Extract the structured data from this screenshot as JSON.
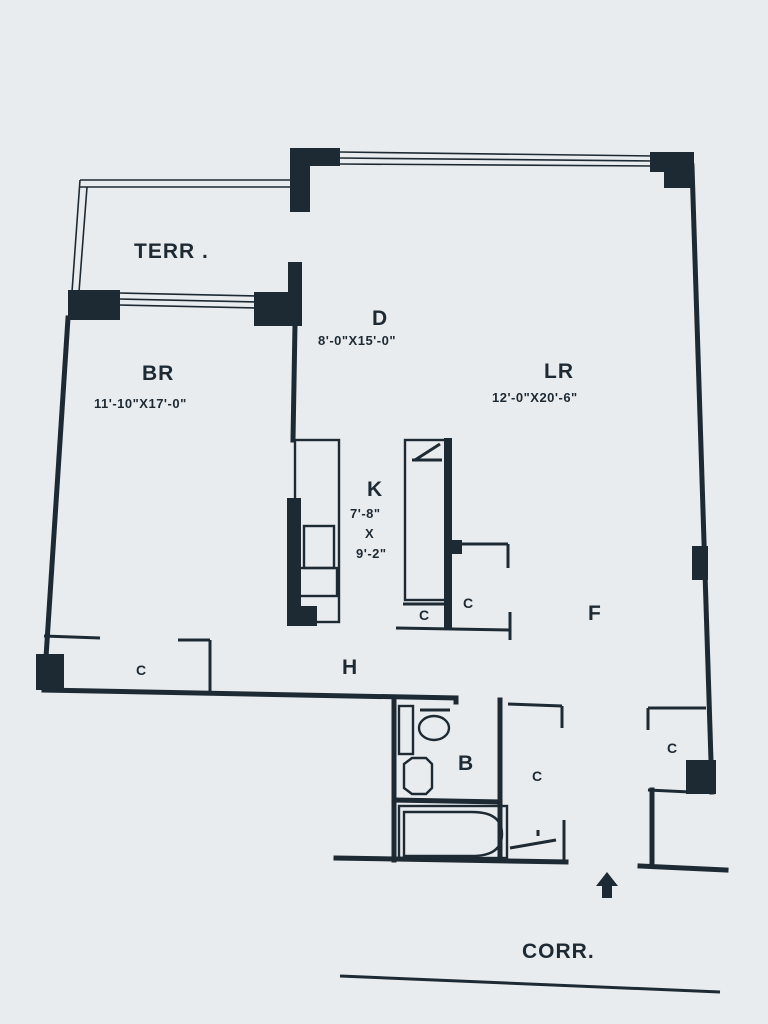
{
  "plan": {
    "rooms": {
      "terrace": {
        "name": "TERR ."
      },
      "bedroom": {
        "name": "BR",
        "dims": "11'-10\"X17'-0\""
      },
      "dining": {
        "name": "D",
        "dims": "8'-0\"X15'-0\""
      },
      "living": {
        "name": "LR",
        "dims": "12'-0\"X20'-6\""
      },
      "kitchen": {
        "name": "K",
        "dim_a": "7'-8\"",
        "dim_x": "X",
        "dim_b": "9'-2\""
      },
      "foyer": {
        "name": "F"
      },
      "hall": {
        "name": "H"
      },
      "bath": {
        "name": "B"
      },
      "corridor": {
        "name": "CORR."
      }
    },
    "closet_label": "C",
    "entry_icon": "entry-arrow-icon",
    "colors": {
      "paper": "#e9ecef",
      "ink": "#1e2a33"
    }
  }
}
